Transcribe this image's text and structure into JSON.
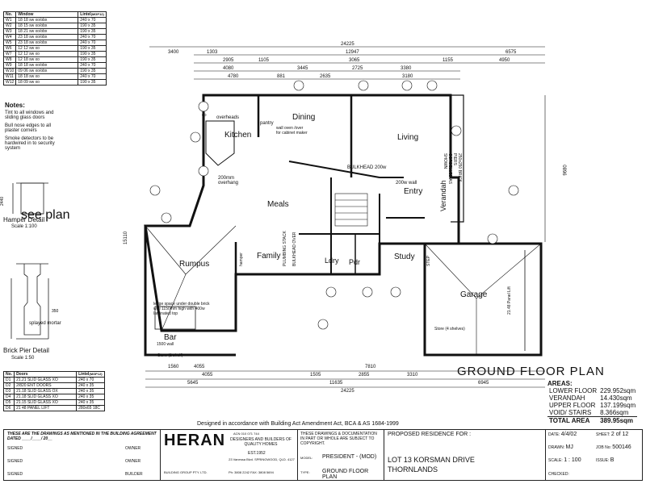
{
  "window_schedule": {
    "headers": [
      "No.",
      "Window",
      "Lintel"
    ],
    "lintel_note": "(MGP12)",
    "rows": [
      [
        "W1",
        "18 18 sw xo/obx",
        "240 x 70"
      ],
      [
        "W2",
        "18 15 sw xo/obx",
        "190 x 35"
      ],
      [
        "W3",
        "18 21 sw xo/obx",
        "190 x 35"
      ],
      [
        "W4",
        "23 18 sw xo/obx",
        "240 x 70"
      ],
      [
        "W5",
        "23 18 sw xo/obx",
        "240 x 70"
      ],
      [
        "W6",
        "12 12 sw xo",
        "190 x 35"
      ],
      [
        "W7",
        "12 12 sw xo",
        "190 x 35"
      ],
      [
        "W8",
        "12 18 sw xo",
        "190 x 35"
      ],
      [
        "W9",
        "18 18 sw xo/obx",
        "240 x 70"
      ],
      [
        "W10",
        "09 06 sw xo/obx",
        "190 x 35"
      ],
      [
        "W11",
        "18 18 sw xo",
        "240 x 70"
      ],
      [
        "W12",
        "18 09 sw xo",
        "190 x 35"
      ]
    ]
  },
  "notes": {
    "title": "Notes:",
    "items": [
      "Tint to all windows and sliding glass doors",
      "Bull nose edges to all plaster corners",
      "Smoke detectors to be hardwired in to security system"
    ]
  },
  "details": {
    "hamper_title": "Hamper Detail",
    "hamper_scale": "Scale 1:100",
    "hamper_see_plan": "see plan",
    "brick_title": "Brick Pier Detail",
    "brick_scale": "Scale 1:50",
    "splayed_mortar": "splayed mortar"
  },
  "door_schedule": {
    "headers": [
      "No.",
      "Doors",
      "Lintel"
    ],
    "lintel_note": "(MGP12)",
    "rows": [
      [
        "D1",
        "21.21 SLID GLASS XO",
        "240 x 70"
      ],
      [
        "D2",
        "2/820 ENT DOORS",
        "240 x 35"
      ],
      [
        "D3",
        "21.18 SLID GLASS OX",
        "240 x 35"
      ],
      [
        "D4",
        "21.18 SLID GLASS XO",
        "240 x 35"
      ],
      [
        "D5",
        "21.15 SLID GLASS XO",
        "240 x 35"
      ],
      [
        "D6",
        "21 48 PANEL LIFT",
        "280x65 18C"
      ]
    ]
  },
  "rooms": {
    "kitchen": "Kitchen",
    "dining": "Dining",
    "living": "Living",
    "meals": "Meals",
    "entry": "Entry",
    "verandah": "Verandah",
    "family": "Family",
    "rumpus": "Rumpus",
    "study": "Study",
    "garage": "Garage",
    "bar": "Bar",
    "ldry": "Ldry",
    "pdr": "Pdr"
  },
  "annotations": {
    "overheads": "overheads",
    "pantry": "pantry",
    "wall_oven": "wall oven /over for cabinet maker",
    "bulkhead_200": "BULKHEAD 200w",
    "bulkhead_200_v": "BULKHEAD 200w",
    "overhang": "200mm overhang",
    "wall_200": "200w wall",
    "brick_piers": "250x250 BRICK PIERS CORBELLED AS SHOWN",
    "ledge": "ledge space under double brick wall 1150mm high with 400w laminated top",
    "store_shelf": "Store (1 shelf)",
    "store_4": "Store (4 shelves)",
    "panel_lift": "21.48 Panel Lift",
    "plumbing_stack": "PLUMBING STACK",
    "bulkhead_over": "BULKHEAD OVER",
    "step": "STEP",
    "hamper": "hamper",
    "dp": "dp",
    "bar_1500": "1500 wall"
  },
  "dimensions": {
    "top_overall": "24225",
    "top_row1": [
      "3400",
      "1303",
      "12947",
      "6575"
    ],
    "top_row2": [
      "2905",
      "1105",
      "3065",
      "1155",
      "4950"
    ],
    "top_row3": [
      "4080",
      "3445",
      "2725",
      "3380"
    ],
    "top_row4": [
      "4780",
      "881",
      "2635",
      "3180"
    ],
    "bottom_row1": [
      "4055",
      "7810",
      "1560"
    ],
    "bottom_row2": [
      "4055",
      "1505",
      "2855",
      "3310"
    ],
    "bottom_row3": [
      "5645",
      "11635",
      "6945"
    ],
    "bottom_overall": "24225",
    "left_overall": "15110",
    "right_overall": "9680"
  },
  "title": "GROUND FLOOR PLAN",
  "areas": {
    "title": "AREAS:",
    "rows": [
      [
        "LOWER FLOOR",
        "229.952sqm"
      ],
      [
        "VERANDAH",
        "14.430sqm"
      ],
      [
        "UPPER FLOOR",
        "137.199sqm"
      ],
      [
        "VOID/ STAIRS",
        "8.366sqm"
      ]
    ],
    "total_label": "TOTAL AREA",
    "total_value": "389.95sqm"
  },
  "compliance": "Designed in accordance with Building Act Amendment Act, BCA & AS 1684-1999",
  "title_block": {
    "agreement": "THESE ARE THE DRAWINGS AS MENTIONED IN THE BUILDING AGREEMENT DATED ____/____/ 20__",
    "signed": "SIGNED",
    "owner": "OWNER",
    "builder": "BUILDER",
    "company": "HERAN",
    "company_sub": "BUILDING GROUP PTY. LTD.",
    "acn": "ACN 010 071 744",
    "designers": "DESIGNERS AND BUILDERS OF QUALITY HOMES",
    "est": "EST.1952",
    "address": "23 Vanessa Blvd. SPRINGWOOD, QLD. 4127",
    "phone": "Ph: 3808 2242  FAX: 3808 5694",
    "copyright": "THESE DRAWINGS & DOCUMENTATION IN PART OR WHOLE ARE SUBJECT TO COPYRIGHT.",
    "model_label": "MODEL:",
    "model": "PRESIDENT - (MOD)",
    "type_label": "TYPE:",
    "type": "GROUND FLOOR PLAN",
    "proposed": "PROPOSED RESIDENCE FOR :",
    "lot": "LOT 13 KORSMAN DRIVE",
    "suburb": "THORNLANDS",
    "date_label": "DATE:",
    "date": "4/4/02",
    "sheet_label": "SHEET:",
    "sheet": "2 of 12",
    "drawn_label": "DRAWN:",
    "drawn": "MJ",
    "job_label": "JOB No:",
    "job": "500146",
    "scale_label": "SCALE:",
    "scale": "1 : 100",
    "issue_label": "ISSUE:",
    "issue": "B",
    "checked_label": "CHECKED:"
  }
}
